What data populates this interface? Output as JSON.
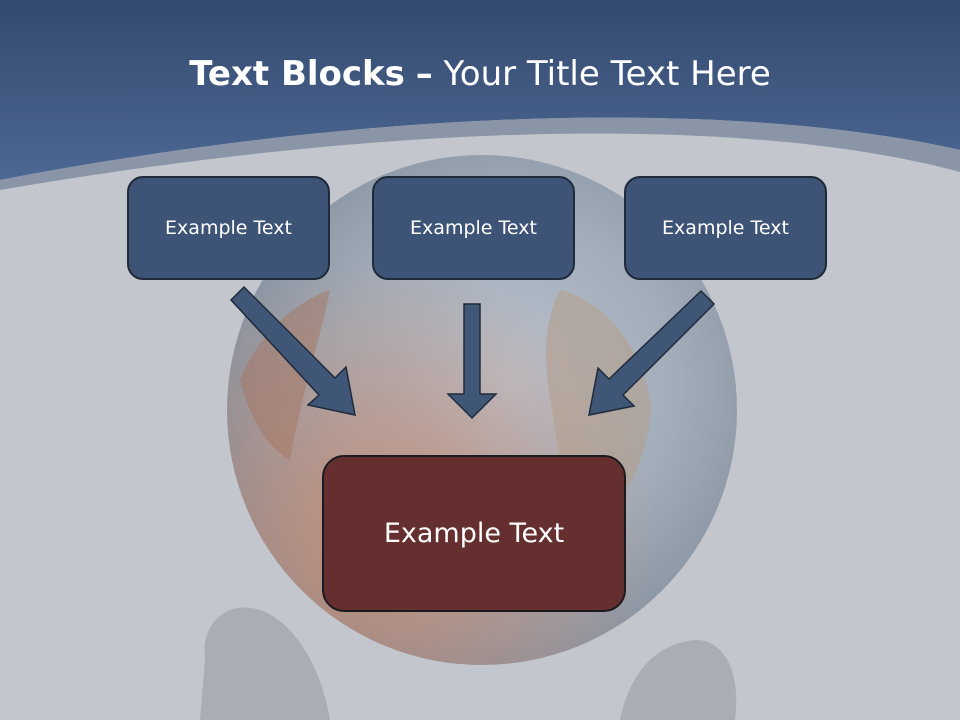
{
  "slide": {
    "title_bold": "Text Blocks",
    "title_dash": "–",
    "title_rest": "Your Title Text Here"
  },
  "blocks": [
    {
      "label": "Example Text"
    },
    {
      "label": "Example Text"
    },
    {
      "label": "Example Text"
    }
  ],
  "center_block": {
    "label": "Example Text"
  },
  "colors": {
    "header": "#3f5a86",
    "small_block": "#3e5477",
    "center_block": "#652f30",
    "arrow": "#3f5677",
    "background": "#c3c6cc"
  }
}
